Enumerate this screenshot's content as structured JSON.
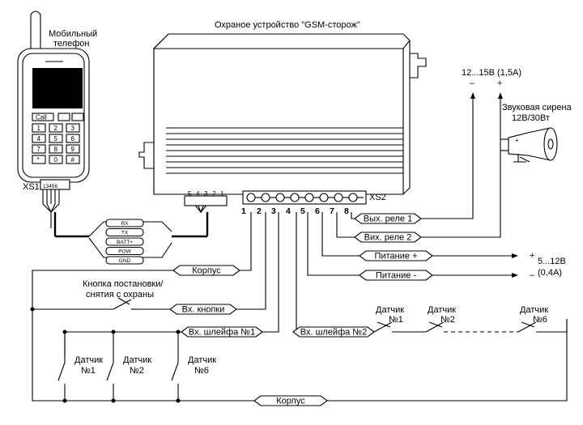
{
  "device_title": "Охраное устройство \"GSM-сторож\"",
  "phone": {
    "title_line1": "Мобильный",
    "title_line2": "телефон",
    "call_key": "Call",
    "keys": [
      "1",
      "2",
      "3",
      "4",
      "5",
      "6",
      "7",
      "8",
      "9",
      "*",
      "0",
      "#"
    ],
    "connector_label": "XS1",
    "connector_pins": "13456"
  },
  "cable_signals": [
    "RX",
    "TX",
    "BATT+",
    "POW",
    "GND"
  ],
  "xs2": {
    "label": "XS2",
    "pin_numbers": [
      "1",
      "2",
      "3",
      "4",
      "5",
      "6",
      "7",
      "8"
    ],
    "side_pins": [
      "5",
      "4",
      "3",
      "2",
      "1"
    ]
  },
  "wires": {
    "relay1": "Вых. реле 1",
    "relay2": "Вих. реле 2",
    "power_plus": "Питание +",
    "power_minus": "Питание -",
    "korpus_top": "Корпус",
    "button_input": "Вх. кнопки",
    "loop1": "Вх. шлейфа №1",
    "loop2": "Вх. шлейфа №2",
    "korpus_bottom": "Корпус"
  },
  "power_top": {
    "label": "12...15В (1,5А)",
    "minus": "–",
    "plus": "+"
  },
  "power_right": {
    "label_line1": "5...12В",
    "label_line2": "(0,4А)",
    "plus": "+",
    "minus": "–"
  },
  "siren": {
    "label_line1": "Звуковая сирена",
    "label_line2": "12В/30Вт",
    "plus": "+"
  },
  "button": {
    "label_line1": "Кнопка постановки/",
    "label_line2": "снятия с охраны"
  },
  "sensors_left": [
    {
      "title": "Датчик",
      "num": "№1"
    },
    {
      "title": "Датчик",
      "num": "№2"
    },
    {
      "title": "Датчик",
      "num": "№6"
    }
  ],
  "sensors_right": [
    {
      "title": "Датчик",
      "num": "№1"
    },
    {
      "title": "Датчик",
      "num": "№2"
    },
    {
      "title": "Датчик",
      "num": "№6"
    }
  ]
}
